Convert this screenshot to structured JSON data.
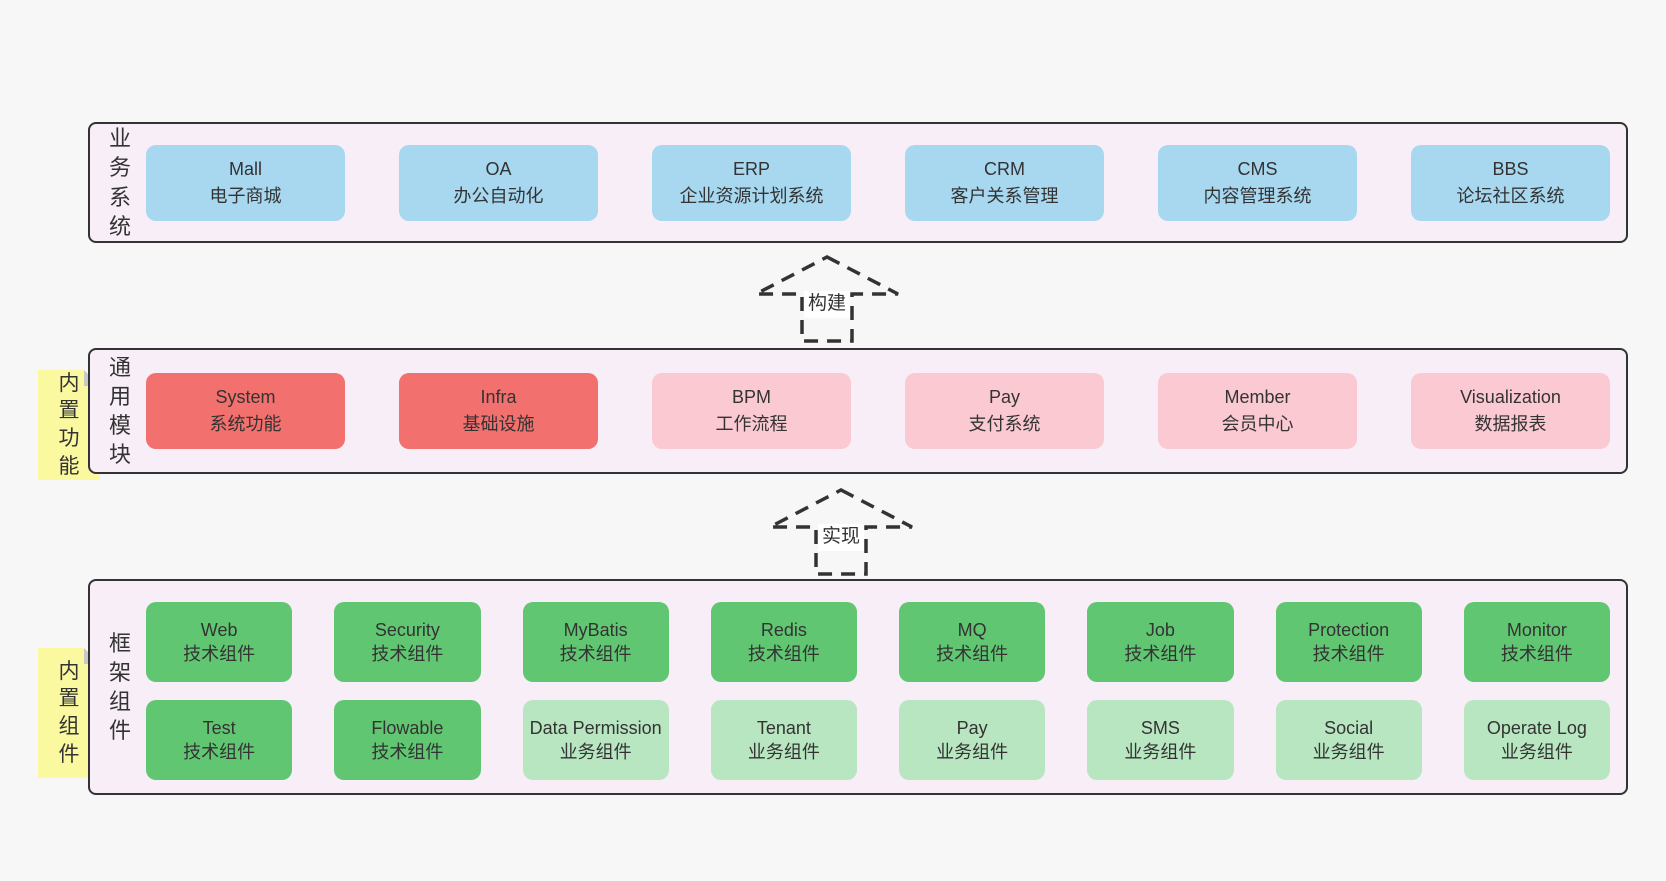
{
  "colors": {
    "page-bg": "#f7f7f7",
    "section-bg": "#f8eef7",
    "section-border": "#333333",
    "box-blue": "#a8d7f0",
    "box-red": "#f2706e",
    "box-pink": "#fbc9d2",
    "box-green": "#61c672",
    "box-green-light": "#b8e6c1",
    "note-yellow": "#fbf9a0",
    "note-fold": "#c8c8c8",
    "text": "#333333",
    "arrow": "#333333"
  },
  "arrows": [
    {
      "label": "构建"
    },
    {
      "label": "实现"
    }
  ],
  "sections": [
    {
      "label": "业务系统",
      "boxes": [
        {
          "name": "Mall",
          "desc": "电子商城"
        },
        {
          "name": "OA",
          "desc": "办公自动化"
        },
        {
          "name": "ERP",
          "desc": "企业资源计划系统"
        },
        {
          "name": "CRM",
          "desc": "客户关系管理"
        },
        {
          "name": "CMS",
          "desc": "内容管理系统"
        },
        {
          "name": "BBS",
          "desc": "论坛社区系统"
        }
      ]
    },
    {
      "label": "通用模块",
      "note": "内置功能",
      "boxes": [
        {
          "name": "System",
          "desc": "系统功能"
        },
        {
          "name": "Infra",
          "desc": "基础设施"
        },
        {
          "name": "BPM",
          "desc": "工作流程"
        },
        {
          "name": "Pay",
          "desc": "支付系统"
        },
        {
          "name": "Member",
          "desc": "会员中心"
        },
        {
          "name": "Visualization",
          "desc": "数据报表"
        }
      ]
    },
    {
      "label": "框架组件",
      "note": "内置组件",
      "boxes": [
        {
          "name": "Web",
          "desc": "技术组件"
        },
        {
          "name": "Security",
          "desc": "技术组件"
        },
        {
          "name": "MyBatis",
          "desc": "技术组件"
        },
        {
          "name": "Redis",
          "desc": "技术组件"
        },
        {
          "name": "MQ",
          "desc": "技术组件"
        },
        {
          "name": "Job",
          "desc": "技术组件"
        },
        {
          "name": "Protection",
          "desc": "技术组件"
        },
        {
          "name": "Monitor",
          "desc": "技术组件"
        },
        {
          "name": "Test",
          "desc": "技术组件"
        },
        {
          "name": "Flowable",
          "desc": "技术组件"
        },
        {
          "name": "Data Permission",
          "desc": "业务组件"
        },
        {
          "name": "Tenant",
          "desc": "业务组件"
        },
        {
          "name": "Pay",
          "desc": "业务组件"
        },
        {
          "name": "SMS",
          "desc": "业务组件"
        },
        {
          "name": "Social",
          "desc": "业务组件"
        },
        {
          "name": "Operate Log",
          "desc": "业务组件"
        }
      ]
    }
  ]
}
